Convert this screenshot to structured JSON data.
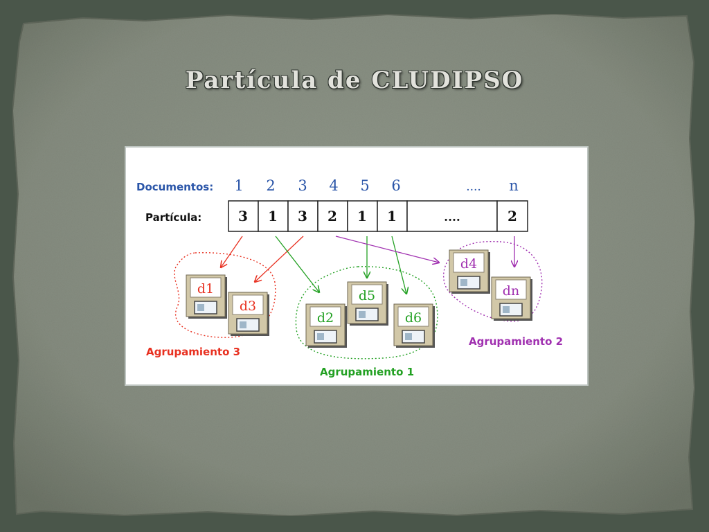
{
  "slide": {
    "title": "Partícula de CLUDIPSO"
  },
  "diagram": {
    "documents_label": "Documentos:",
    "particle_label": "Partícula:",
    "document_numbers": [
      "1",
      "2",
      "3",
      "4",
      "5",
      "6",
      "....",
      "n"
    ],
    "particle_values": [
      "3",
      "1",
      "3",
      "2",
      "1",
      "1",
      "....",
      "2"
    ],
    "groups": [
      {
        "label": "Agrupamiento 3",
        "color": "#e83020",
        "docs": [
          "d1",
          "d3"
        ]
      },
      {
        "label": "Agrupamiento 1",
        "color": "#22a022",
        "docs": [
          "d2",
          "d5",
          "d6"
        ]
      },
      {
        "label": "Agrupamiento 2",
        "color": "#a030b0",
        "docs": [
          "d4",
          "dn"
        ]
      }
    ],
    "colors": {
      "documents_label": "#2a55a8",
      "document_numbers": "#2a55a8",
      "particle_text": "#111111",
      "disk_body": "#d2c8a8",
      "disk_shadow": "#555555"
    },
    "icon": "floppy-disk-icon"
  }
}
